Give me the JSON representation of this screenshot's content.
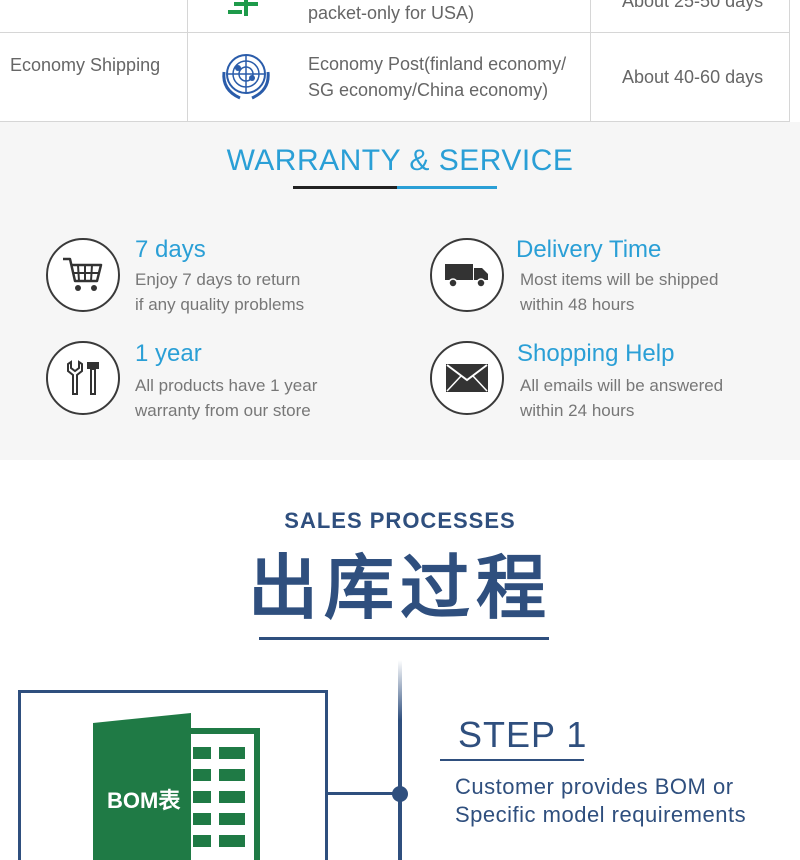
{
  "shipping": {
    "row1": {
      "method_note": "packet-only for USA)",
      "time": "About 25-50 days"
    },
    "row2": {
      "method": "Economy Shipping",
      "description_line1": "Economy Post(finland economy/",
      "description_line2": "SG economy/China economy)",
      "time": "About 40-60 days"
    },
    "icons": [
      "china-post-icon",
      "united-nations-emblem-icon"
    ]
  },
  "warranty": {
    "title": "WARRANTY & SERVICE",
    "items": [
      {
        "icon": "shopping-cart-icon",
        "title": "7 days",
        "line1": "Enjoy 7 days to return",
        "line2": "if any quality problems"
      },
      {
        "icon": "delivery-truck-icon",
        "title": "Delivery Time",
        "line1": "Most items will be shipped",
        "line2": "within 48 hours"
      },
      {
        "icon": "tools-icon",
        "title": "1 year",
        "line1": "All products have 1 year",
        "line2": "warranty from our store"
      },
      {
        "icon": "envelope-icon",
        "title": "Shopping Help",
        "line1": "All emails will be answered",
        "line2": "within 24 hours"
      }
    ]
  },
  "sales": {
    "subtitle": "SALES PROCESSES",
    "title": "出库过程",
    "step1": {
      "label": "STEP 1",
      "line1": "Customer provides BOM or",
      "line2": "Specific model requirements",
      "image_label": "BOM表"
    }
  },
  "colors": {
    "accent_blue": "#2a9fd6",
    "navy": "#2f4f7e",
    "excel_green": "#1f7a45"
  }
}
